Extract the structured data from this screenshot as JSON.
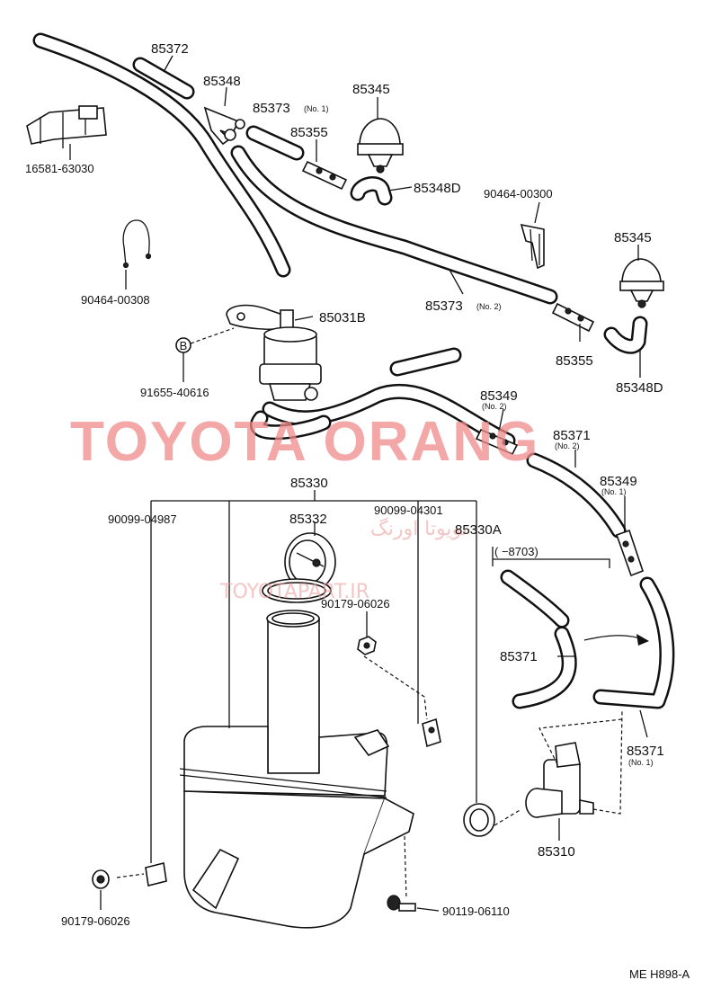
{
  "labels": {
    "p85372": "85372",
    "p85348": "85348",
    "p85373_1": "85373",
    "no1_a": "(No. 1)",
    "p85345_a": "85345",
    "p85355_a": "85355",
    "p85348d_a": "85348D",
    "p16581": "16581-63030",
    "p90464_300": "90464-00300",
    "p85345_b": "85345",
    "p90464_308": "90464-00308",
    "p85373_2": "85373",
    "no2_a": "(No. 2)",
    "p85031b": "85031B",
    "p85355_b": "85355",
    "p85348d_b": "85348D",
    "b_marker": "B",
    "p91655": "91655-40616",
    "p85349_a": "85349",
    "no2_b": "(No. 2)",
    "p85371_a": "85371",
    "no2_c": "(No. 2)",
    "p85330": "85330",
    "p90099_4987": "90099-04987",
    "p90099_4301": "90099-04301",
    "p85332": "85332",
    "p85330a": "85330A",
    "p85349_b": "85349",
    "no1_b": "(No. 1)",
    "p8703": "(   −8703)",
    "p90179_a": "90179-06026",
    "p85371_b": "85371",
    "p85371_c": "85371",
    "no1_c": "(No. 1)",
    "p85310": "85310",
    "p90179_b": "90179-06026",
    "p90119": "90119-06110",
    "code": "ME H898-A"
  },
  "watermark": {
    "main": "TOYOTA ORANG",
    "persian": "تویوتا اورنگ",
    "site": "TOYOTAPART.IR"
  },
  "colors": {
    "watermark": "#f08a8a",
    "line": "#111111"
  }
}
